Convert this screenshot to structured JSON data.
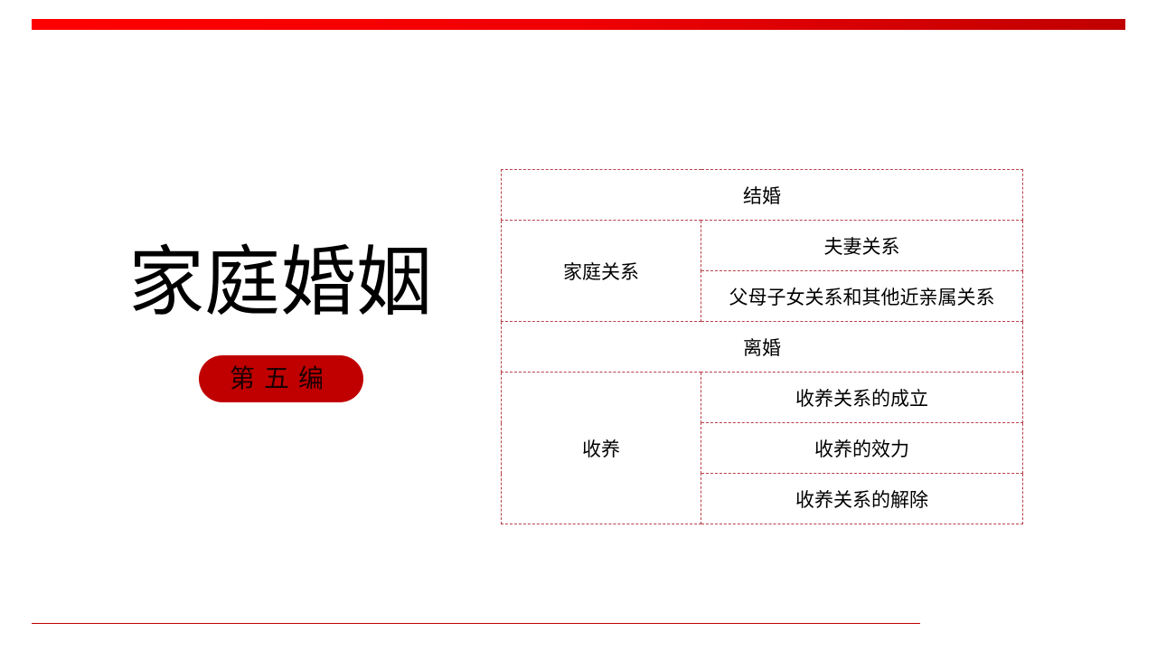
{
  "title": "家庭婚姻",
  "badge": "第五编",
  "table": {
    "marriage": "结婚",
    "family": "家庭关系",
    "family_items": [
      "夫妻关系",
      "父母子女关系和其他近亲属关系"
    ],
    "divorce": "离婚",
    "adoption": "收养",
    "adoption_items": [
      "收养关系的成立",
      "收养的效力",
      "收养关系的解除"
    ]
  },
  "colors": {
    "accent": "#c00000",
    "bar": "#ff0000"
  }
}
